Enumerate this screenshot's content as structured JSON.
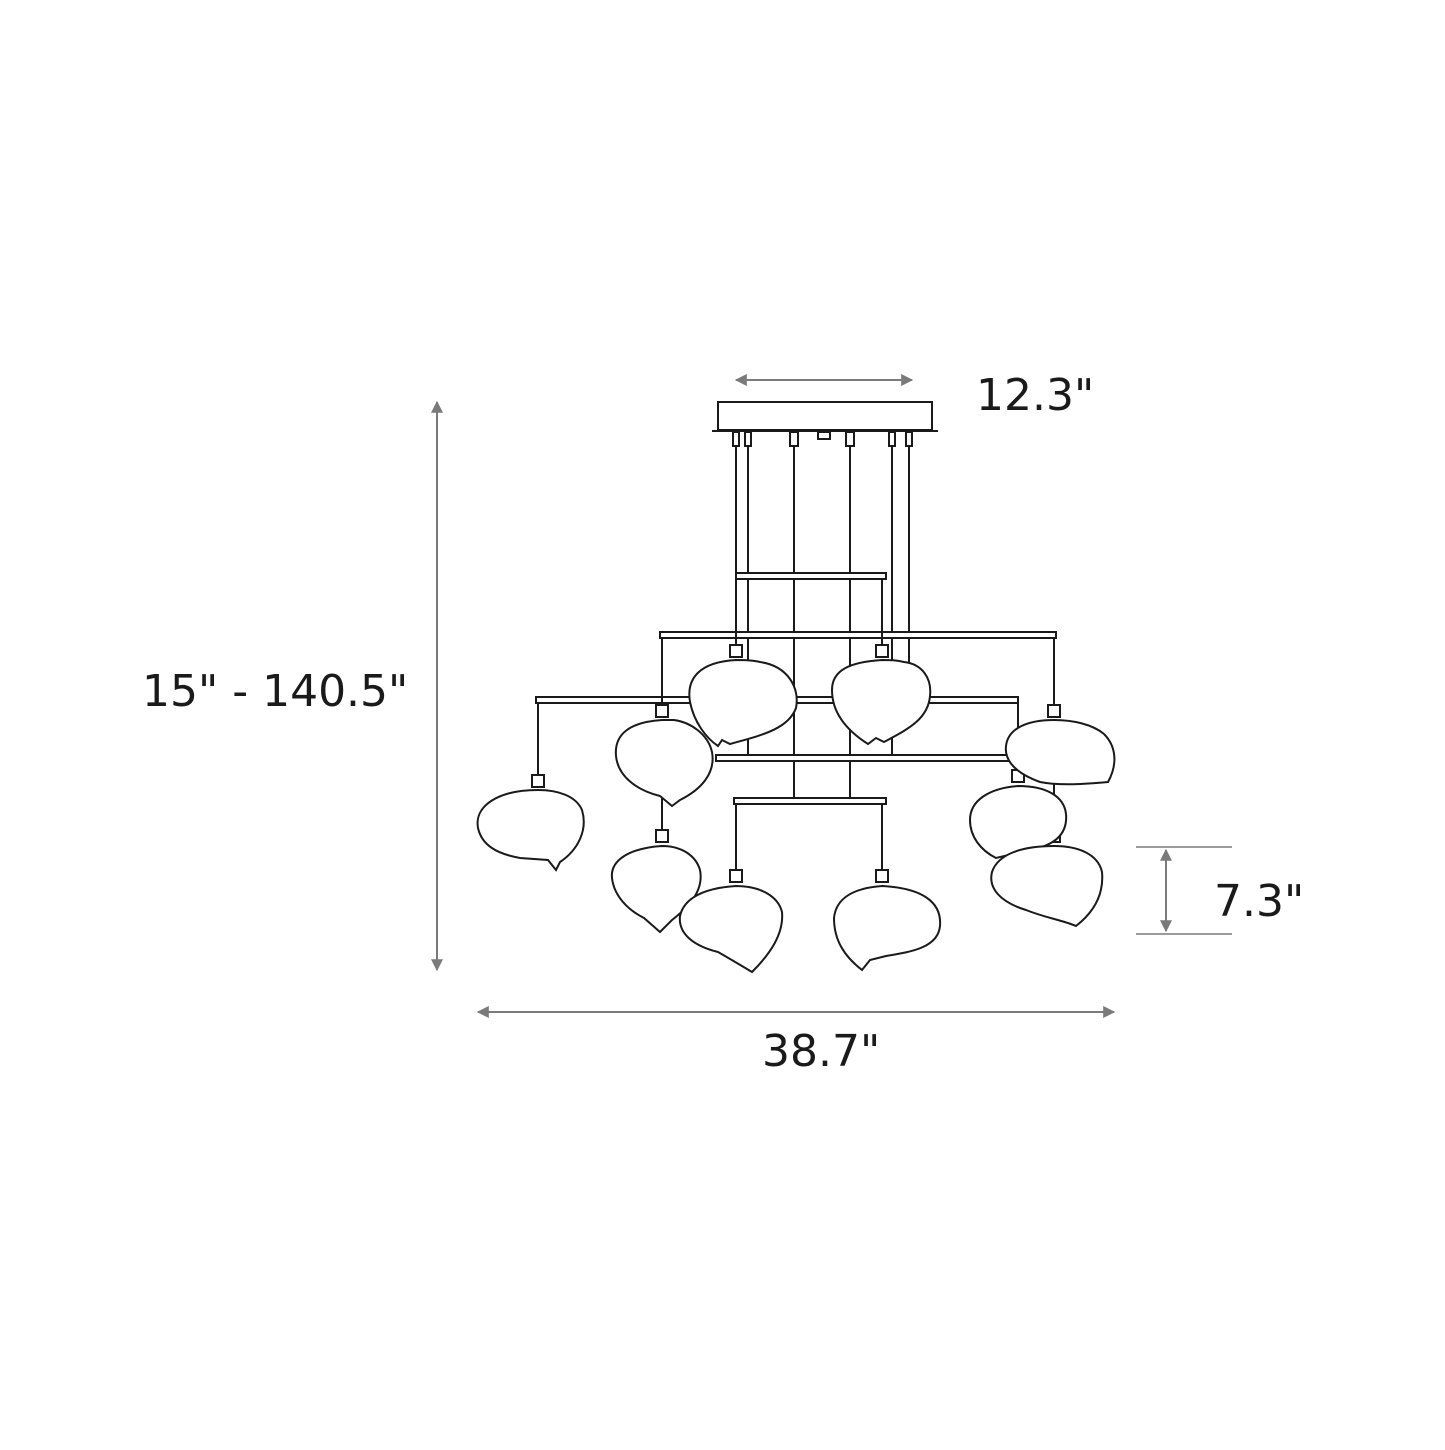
{
  "dimensions": {
    "canopy_width": "12.3\"",
    "overall_height": "15\" - 140.5\"",
    "shade_height": "7.3\"",
    "overall_width": "38.7\""
  },
  "colors": {
    "line": "#1a1a1a",
    "dimension_line": "#7a7a7a",
    "background": "#ffffff"
  }
}
